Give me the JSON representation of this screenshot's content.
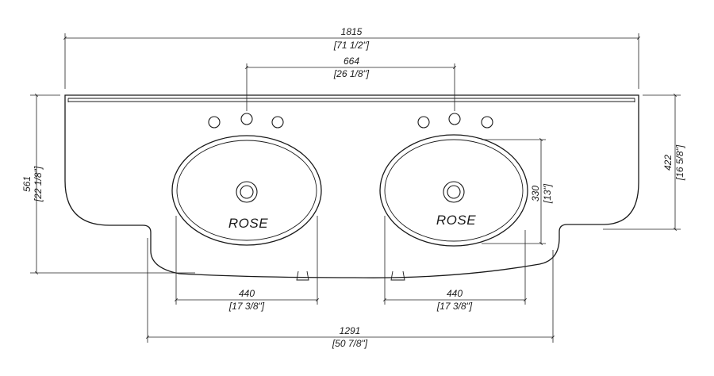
{
  "dimensions": {
    "overall_width": {
      "mm": "1815",
      "in": "[71 1/2\"]"
    },
    "faucet_spacing": {
      "mm": "664",
      "in": "[26 1/8\"]"
    },
    "overall_depth": {
      "mm": "561",
      "in": "[22 1/8\"]"
    },
    "side_depth": {
      "mm": "422",
      "in": "[16 5/8\"]"
    },
    "basin_depth": {
      "mm": "330",
      "in": "[13\"]"
    },
    "left_basin_width": {
      "mm": "440",
      "in": "[17 3/8\"]"
    },
    "right_basin_width": {
      "mm": "440",
      "in": "[17 3/8\"]"
    },
    "front_width": {
      "mm": "1291",
      "in": "[50 7/8\"]"
    }
  },
  "basins": {
    "left": {
      "label": "ROSE"
    },
    "right": {
      "label": "ROSE"
    }
  }
}
